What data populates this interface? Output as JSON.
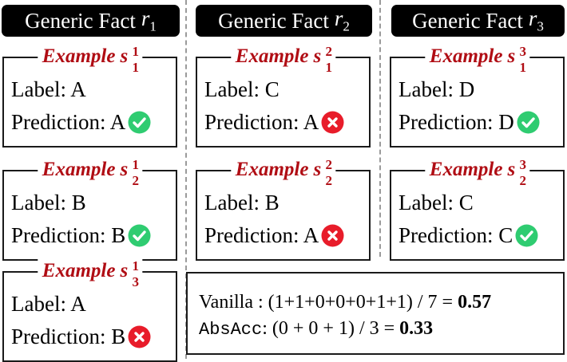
{
  "headers": [
    {
      "text": "Generic Fact",
      "var": "r",
      "sub": "1"
    },
    {
      "text": "Generic Fact",
      "var": "r",
      "sub": "2"
    },
    {
      "text": "Generic Fact",
      "var": "r",
      "sub": "3"
    }
  ],
  "cards": [
    {
      "title": "Example",
      "var": "s",
      "sup": "1",
      "sub": "1",
      "label_text": "Label: A",
      "prediction_text": "Prediction: A",
      "correct": true
    },
    {
      "title": "Example",
      "var": "s",
      "sup": "1",
      "sub": "2",
      "label_text": "Label: B",
      "prediction_text": "Prediction: B",
      "correct": true
    },
    {
      "title": "Example",
      "var": "s",
      "sup": "1",
      "sub": "3",
      "label_text": "Label: A",
      "prediction_text": "Prediction: B",
      "correct": false
    },
    {
      "title": "Example",
      "var": "s",
      "sup": "2",
      "sub": "1",
      "label_text": "Label: C",
      "prediction_text": "Prediction: A",
      "correct": false
    },
    {
      "title": "Example",
      "var": "s",
      "sup": "2",
      "sub": "2",
      "label_text": "Label: B",
      "prediction_text": "Prediction: A",
      "correct": false
    },
    {
      "title": "Example",
      "var": "s",
      "sup": "3",
      "sub": "1",
      "label_text": "Label: D",
      "prediction_text": "Prediction: D",
      "correct": true
    },
    {
      "title": "Example",
      "var": "s",
      "sup": "3",
      "sub": "2",
      "label_text": "Label: C",
      "prediction_text": "Prediction: C",
      "correct": true
    }
  ],
  "summary": {
    "vanilla_label": "Vanilla",
    "vanilla_formula": " : (1+1+0+0+0+1+1) / 7 = ",
    "vanilla_result": "0.57",
    "absacc_label": "AbsAcc",
    "absacc_formula": ": (0 + 0 + 1) / 3 = ",
    "absacc_result": "0.33"
  },
  "colors": {
    "header_bg": "#000000",
    "title_red": "#b00d14",
    "check_green": "#2fcc71",
    "cross_red": "#e81c2a"
  },
  "icons": {
    "correct": "check-circle-icon",
    "incorrect": "cross-circle-icon"
  }
}
